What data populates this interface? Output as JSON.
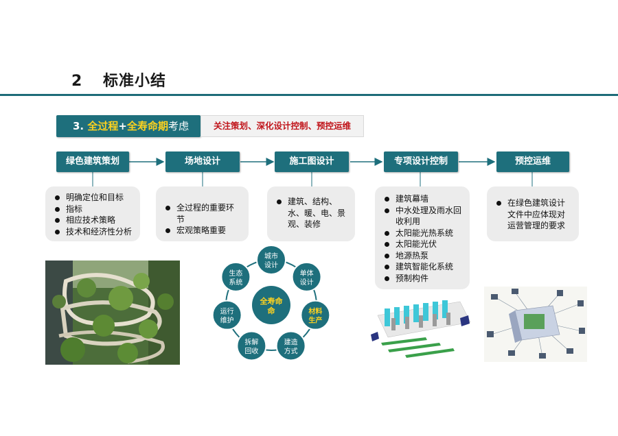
{
  "page": {
    "section_number": "2",
    "section_title": "标准小结"
  },
  "banner": {
    "prefix": "3. ",
    "highlight1": "全过程",
    "plus": "+",
    "highlight2": "全寿命期",
    "suffix": "考虑",
    "note": "关注策划、深化设计控制、预控运维"
  },
  "stages": [
    {
      "label": "绿色建筑策划",
      "items": [
        "明确定位和目标",
        "指标",
        "相应技术策略",
        "技术和经济性分析"
      ]
    },
    {
      "label": "场地设计",
      "items": [
        "全过程的重要环节",
        "宏观策略重要"
      ]
    },
    {
      "label": "施工图设计",
      "items": [
        "建筑、结构、水、暖、电、景观、装修"
      ]
    },
    {
      "label": "专项设计控制",
      "items": [
        "建筑幕墙",
        "中水处理及雨水回收利用",
        "太阳能光热系统",
        "太阳能光伏",
        "地源热泵",
        "建筑智能化系统",
        "预制构件"
      ]
    },
    {
      "label": "预控运维",
      "items": [
        "在绿色建筑设计文件中应体现对运营管理的要求"
      ]
    }
  ],
  "lifecycle": {
    "center": "全寿命",
    "center2": "命",
    "nodes": [
      {
        "l1": "城市",
        "l2": "设计",
        "highlight": false
      },
      {
        "l1": "单体",
        "l2": "设计",
        "highlight": false
      },
      {
        "l1": "材料",
        "l2": "生产",
        "highlight": true
      },
      {
        "l1": "建造",
        "l2": "方式",
        "highlight": false
      },
      {
        "l1": "拆解",
        "l2": "回收",
        "highlight": false
      },
      {
        "l1": "运行",
        "l2": "维护",
        "highlight": false
      },
      {
        "l1": "生态",
        "l2": "系统",
        "highlight": false
      }
    ]
  },
  "colors": {
    "accent": "#1e6f7c",
    "highlight": "#ffd21e",
    "note_red": "#c0141a",
    "card_bg": "#ececec"
  }
}
